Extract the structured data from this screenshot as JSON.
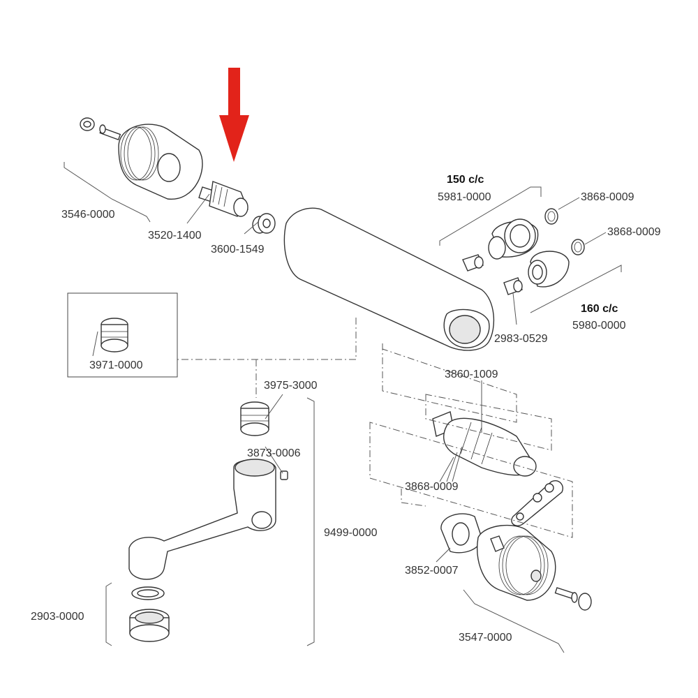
{
  "labels": {
    "l3546": "3546-0000",
    "l3520": "3520-1400",
    "l3600": "3600-1549",
    "cc150": "150 c/c",
    "l5981": "5981-0000",
    "l3868a": "3868-0009",
    "l3868b": "3868-0009",
    "cc160": "160 c/c",
    "l5980": "5980-0000",
    "l2983": "2983-0529",
    "l3971": "3971-0000",
    "l3975": "3975-3000",
    "l3860": "3860-1009",
    "l3873": "3873-0006",
    "l3868c": "3868-0009",
    "l9499": "9499-0000",
    "l3852": "3852-0007",
    "l2903": "2903-0000",
    "l3547": "3547-0000"
  },
  "colors": {
    "arrow": "#e2231a",
    "line": "#333333"
  },
  "icons": {
    "pointer": "red-down-arrow-icon"
  }
}
